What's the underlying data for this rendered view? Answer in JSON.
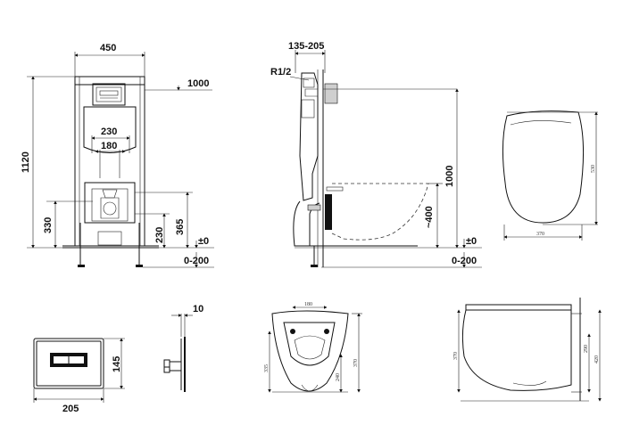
{
  "frame": {
    "width": "450",
    "height": "1120",
    "top_level": "1000",
    "pipe_outer": "230",
    "pipe_inner": "180",
    "outlet_height": "330",
    "inlet_height": "365",
    "inlet_offset": "230",
    "floor_zero": "±0",
    "floor_range": "0-200"
  },
  "side": {
    "depth": "135-205",
    "thread": "R1/2",
    "height": "1000",
    "bowl_height": "~400",
    "floor_zero": "±0",
    "floor_range": "0-200"
  },
  "top_view": {
    "length": "530",
    "width": "370"
  },
  "plate": {
    "width": "205",
    "height": "145",
    "thickness": "10"
  },
  "bowl_front": {
    "top": "180",
    "left": "335",
    "right": "370",
    "mid": "240"
  },
  "bowl_side": {
    "left": "370",
    "right_a": "290",
    "right_b": "420"
  }
}
